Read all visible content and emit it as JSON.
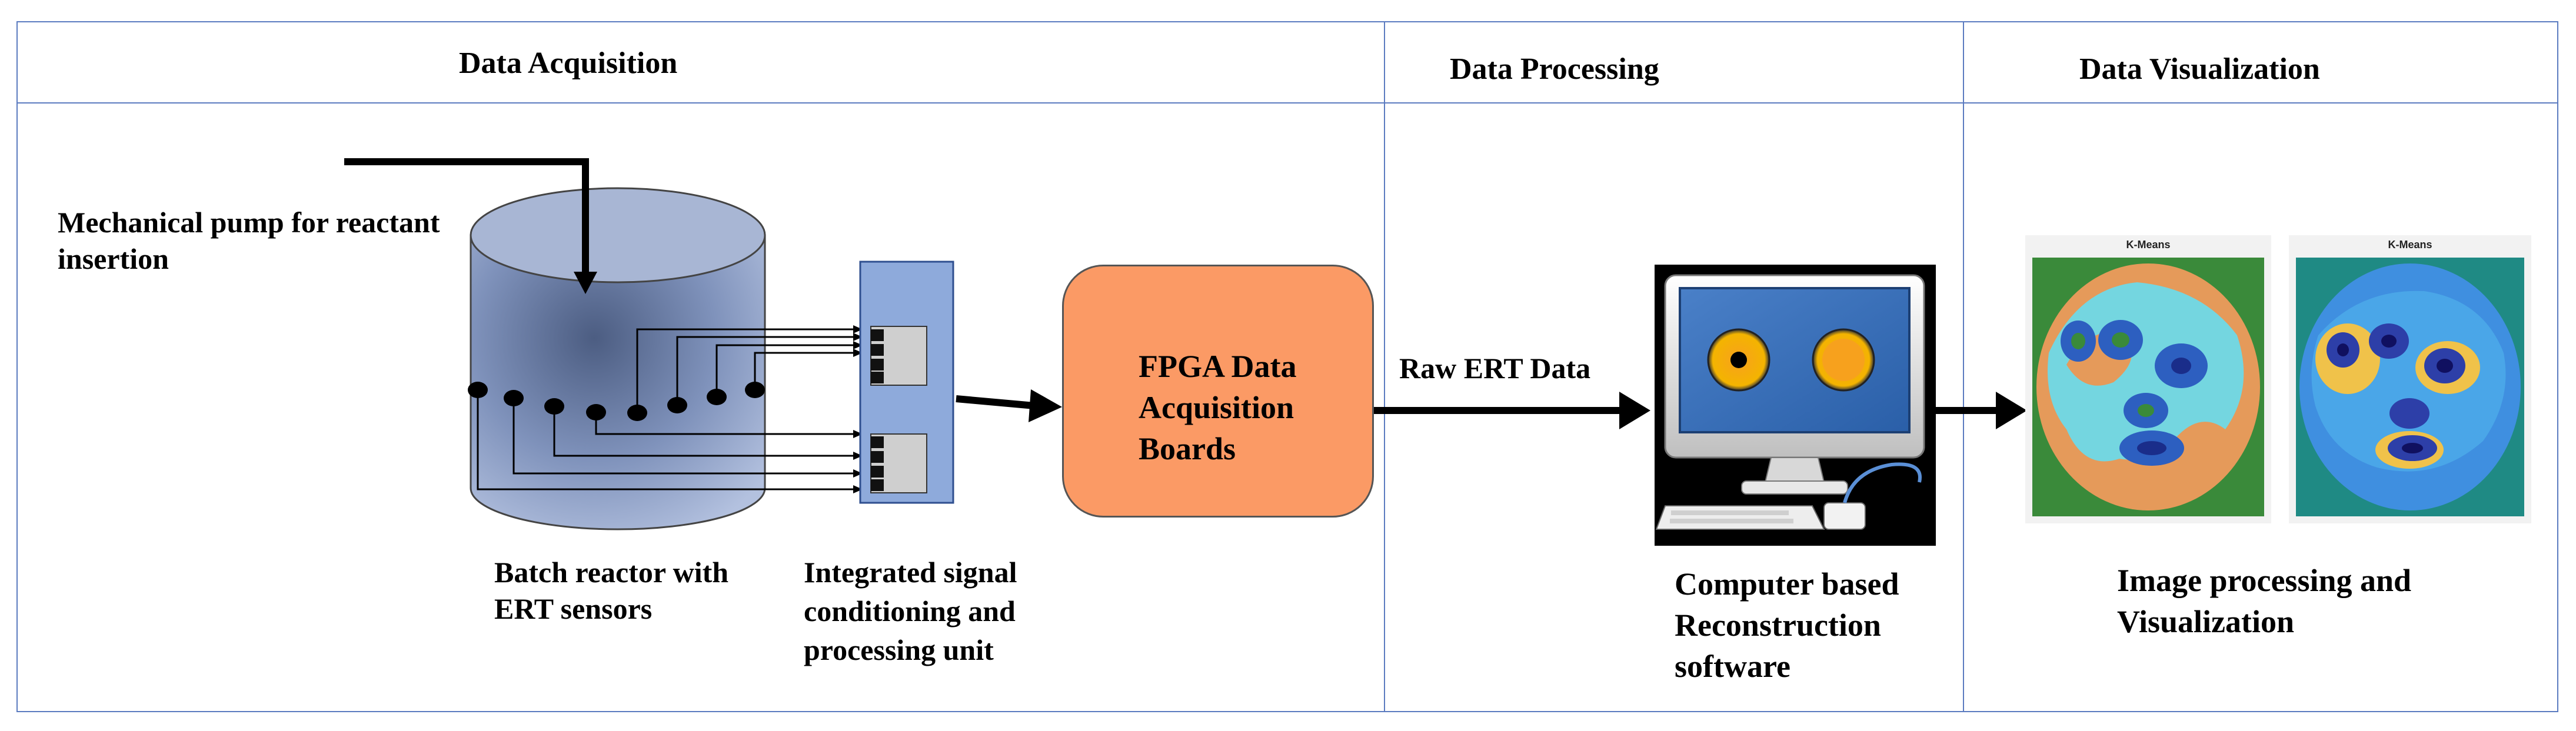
{
  "headers": {
    "acquisition": "Data Acquisition",
    "processing": "Data Processing",
    "visualization": "Data Visualization"
  },
  "labels": {
    "pump_line1": "Mechanical pump  for reactant",
    "pump_line2": "insertion",
    "reactor_line1": "Batch reactor with",
    "reactor_line2": "ERT sensors",
    "signal_line1": "Integrated signal",
    "signal_line2": "conditioning and",
    "signal_line3": "processing unit",
    "fpga_line1": "FPGA Data",
    "fpga_line2": "Acquisition",
    "fpga_line3": "Boards",
    "raw_data": "Raw ERT Data",
    "computer_line1": "Computer based",
    "computer_line2": "Reconstruction",
    "computer_line3": "software",
    "image_line1": "Image processing and",
    "image_line2": "Visualization",
    "kmeans_left": "K-Means",
    "kmeans_right": "K-Means"
  },
  "colors": {
    "border": "#5b7bc0",
    "fpga_fill": "#fb9a65",
    "reactor_fill": "#8fa1c8",
    "signal_unit_fill": "#8eaadb",
    "arrow": "#000000"
  },
  "icons": [
    "reactor-cylinder",
    "signal-unit",
    "computer-monitor-icon",
    "kmeans-image"
  ]
}
